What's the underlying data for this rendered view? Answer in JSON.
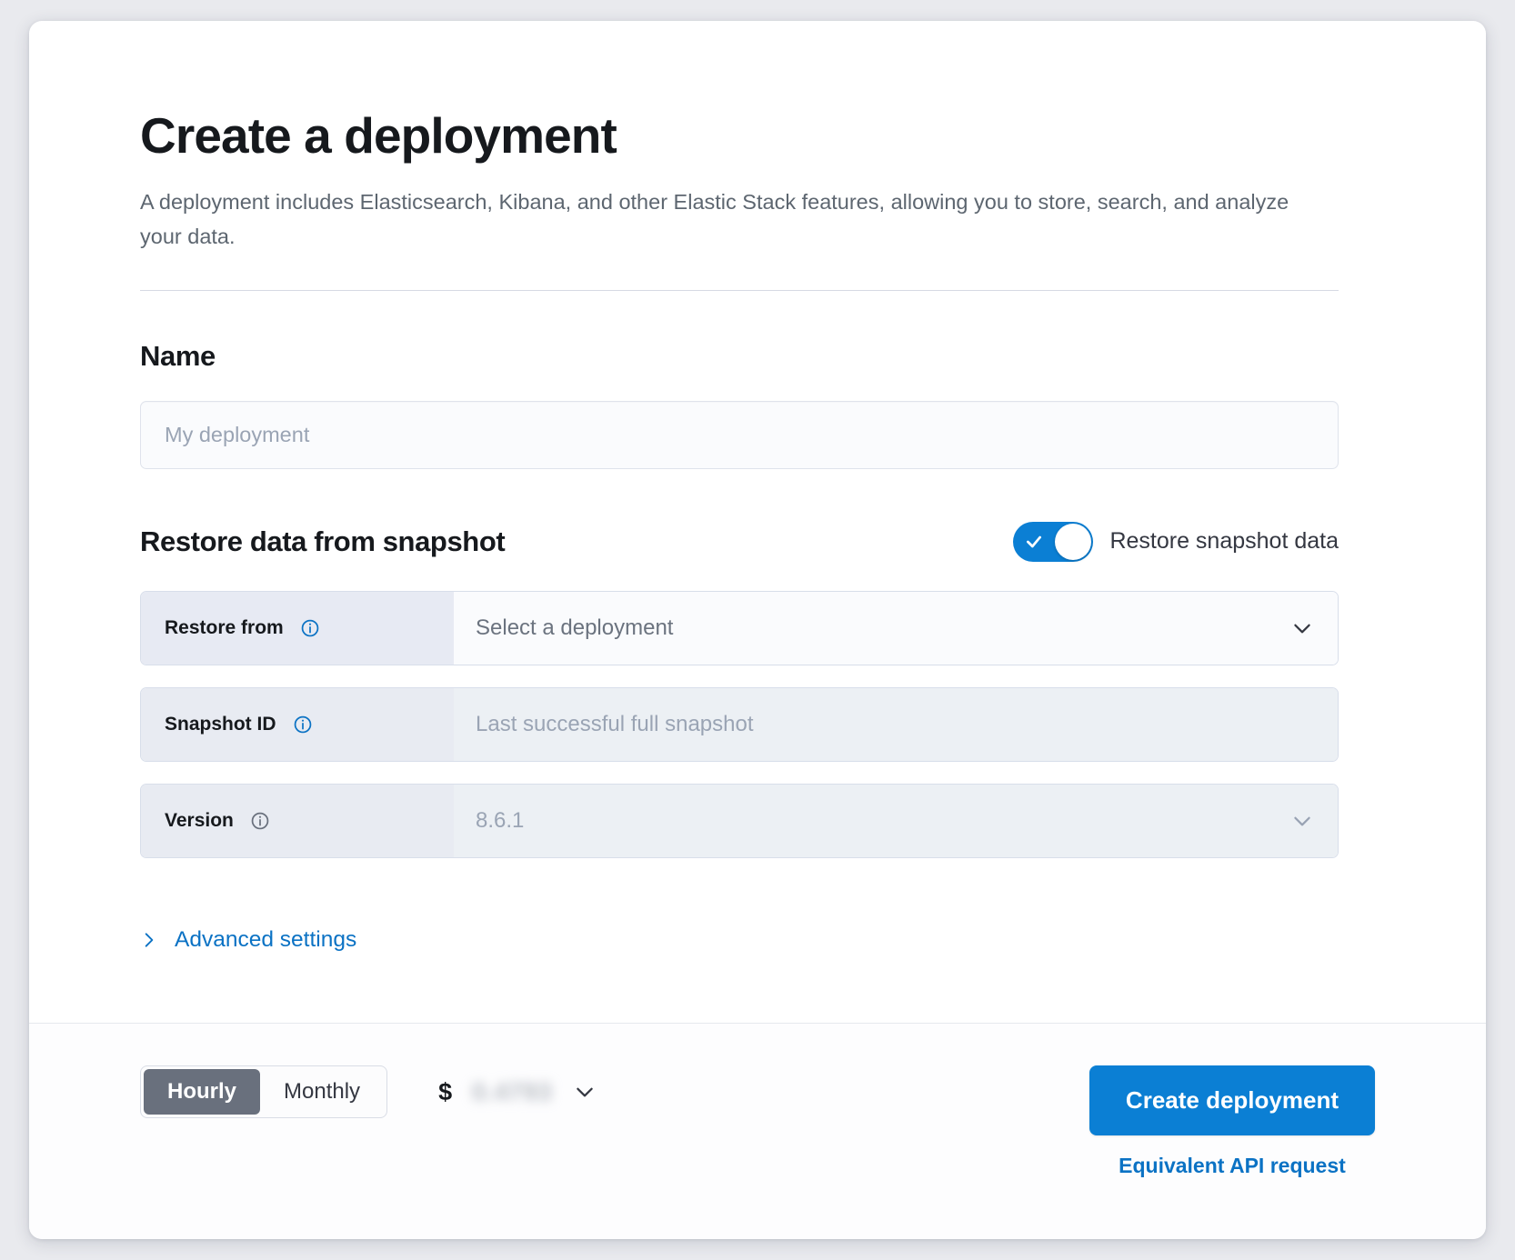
{
  "header": {
    "title": "Create a deployment",
    "subtitle": "A deployment includes Elasticsearch, Kibana, and other Elastic Stack features, allowing you to store, search, and analyze your data."
  },
  "name_section": {
    "heading": "Name",
    "input_placeholder": "My deployment",
    "input_value": ""
  },
  "restore_section": {
    "heading": "Restore data from snapshot",
    "toggle": {
      "label": "Restore snapshot data",
      "checked": true,
      "on_color": "#0b7fd4"
    },
    "rows": [
      {
        "label": "Restore from",
        "value": "Select a deployment",
        "has_chevron": true,
        "disabled": false,
        "info_icon": "info-icon",
        "info_icon_color": "#0b72c4"
      },
      {
        "label": "Snapshot ID",
        "value": "Last successful full snapshot",
        "has_chevron": false,
        "disabled": true,
        "info_icon": "info-icon",
        "info_icon_color": "#0b72c4"
      },
      {
        "label": "Version",
        "value": "8.6.1",
        "has_chevron": true,
        "disabled": true,
        "info_icon": "info-icon",
        "info_icon_color": "#69707d"
      }
    ]
  },
  "advanced_settings": {
    "label": "Advanced settings",
    "icon": "chevron-right-icon",
    "expanded": false
  },
  "footer": {
    "billing_toggle": {
      "options": [
        "Hourly",
        "Monthly"
      ],
      "selected": "Hourly"
    },
    "price": {
      "currency_symbol": "$",
      "amount_redacted": "0.4793",
      "chevron_icon": "chevron-down-icon"
    },
    "create_button": "Create deployment",
    "api_link": "Equivalent API request"
  },
  "colors": {
    "accent": "#0b7fd4",
    "link": "#0b72c4",
    "page_bg": "#e9eaee",
    "card_bg": "#ffffff",
    "label_bg": "#e7eaf3",
    "disabled_field_bg": "#ecf0f4",
    "segment_active_bg": "#69707d"
  }
}
